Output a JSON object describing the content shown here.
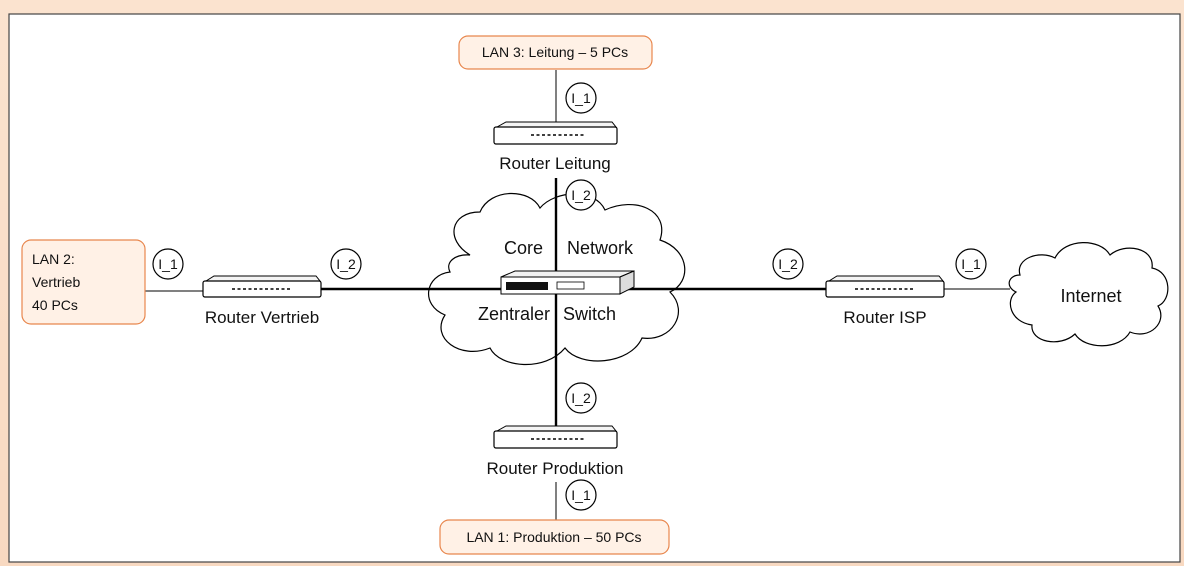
{
  "lans": {
    "lan3": "LAN 3: Leitung – 5 PCs",
    "lan2_line1": "LAN 2:",
    "lan2_line2": "Vertrieb",
    "lan2_line3": "40 PCs",
    "lan1": "LAN 1: Produktion – 50 PCs"
  },
  "routers": {
    "leitung": "Router Leitung",
    "vertrieb": "Router Vertrieb",
    "isp": "Router ISP",
    "produktion": "Router Produktion"
  },
  "core": {
    "word1": "Core",
    "word2": "Network",
    "word3": "Zentraler",
    "word4": "Switch"
  },
  "internet": "Internet",
  "interfaces": {
    "leitung_lan": "I_1",
    "leitung_core": "I_2",
    "vertrieb_lan": "I_1",
    "vertrieb_core": "I_2",
    "isp_core": "I_2",
    "isp_internet": "I_1",
    "produktion_core": "I_2",
    "produktion_lan": "I_1"
  },
  "colors": {
    "background": "#fbe3cf",
    "lan_box_fill": "#fff1e6",
    "lan_box_stroke": "#e8874e",
    "line": "#000000"
  }
}
